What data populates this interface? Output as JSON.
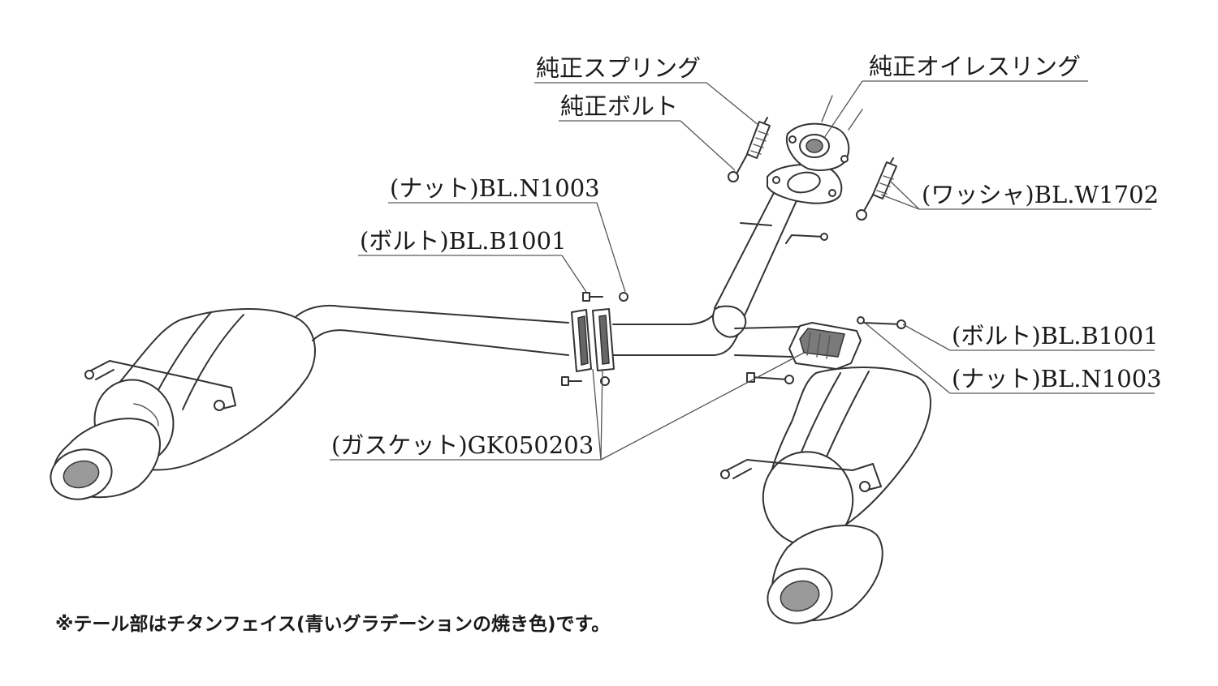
{
  "labels": {
    "oem_spring": "純正スプリング",
    "oem_bolt": "純正ボルト",
    "oem_oilless_ring": "純正オイレスリング",
    "washer": "(ワッシャ)BL.W1702",
    "nut_top": "(ナット)BL.N1003",
    "bolt_top": "(ボルト)BL.B1001",
    "bolt_right": "(ボルト)BL.B1001",
    "nut_right": "(ナット)BL.N1003",
    "gasket": "(ガスケット)GK050203"
  },
  "note": "※テール部はチタンフェイス(青いグラデーションの焼き色)です。"
}
